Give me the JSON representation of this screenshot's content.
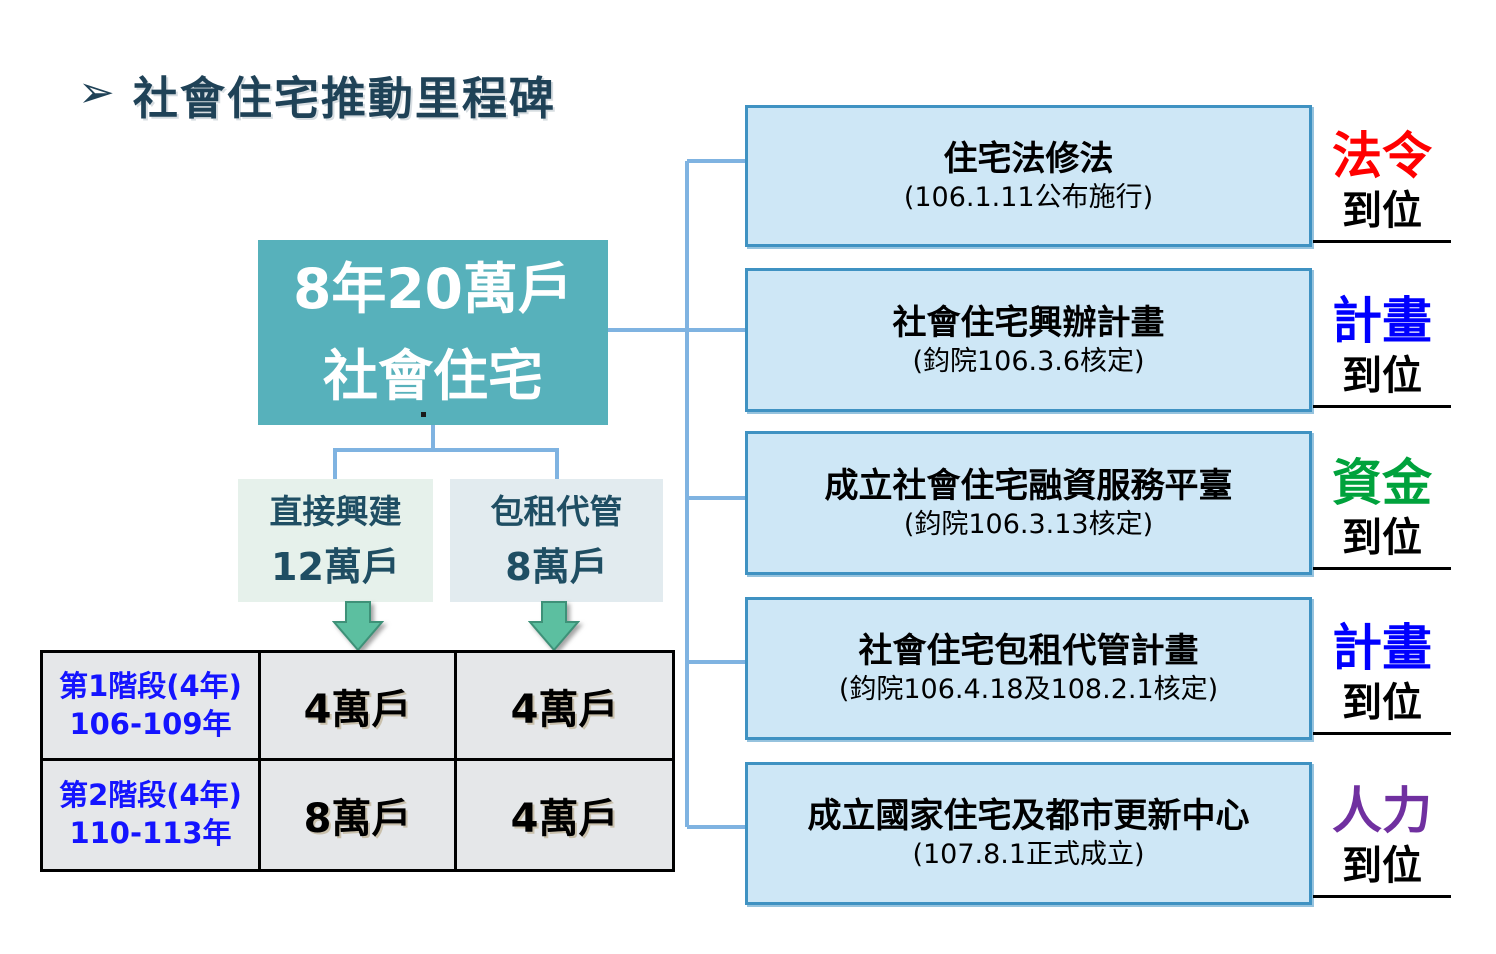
{
  "header": {
    "bullet": "➢",
    "title": "社會住宅推動里程碑"
  },
  "root_box": {
    "line1": "8年20萬戶",
    "line2": "社會住宅"
  },
  "branches": [
    {
      "name": "直接興建",
      "amount": "12萬戶"
    },
    {
      "name": "包租代管",
      "amount": "8萬戶"
    }
  ],
  "phase_table": {
    "rows": [
      {
        "phase": "第1階段(4年)",
        "years": "106-109年",
        "direct_build": "4萬戶",
        "sublet_manage": "4萬戶"
      },
      {
        "phase": "第2階段(4年)",
        "years": "110-113年",
        "direct_build": "8萬戶",
        "sublet_manage": "4萬戶"
      }
    ]
  },
  "milestones": [
    {
      "title": "住宅法修法",
      "note": "(106.1.11公布施行)",
      "tag": "法令",
      "tag_color": "#FF0000",
      "status": "到位"
    },
    {
      "title": "社會住宅興辦計畫",
      "note": "(鈞院106.3.6核定)",
      "tag": "計畫",
      "tag_color": "#0000FE",
      "status": "到位"
    },
    {
      "title": "成立社會住宅融資服務平臺",
      "note": "(鈞院106.3.13核定)",
      "tag": "資金",
      "tag_color": "#00A23C",
      "status": "到位"
    },
    {
      "title": "社會住宅包租代管計畫",
      "note": "(鈞院106.4.18及108.2.1核定)",
      "tag": "計畫",
      "tag_color": "#0000FE",
      "status": "到位"
    },
    {
      "title": "成立國家住宅及都市更新中心",
      "note": "(107.8.1正式成立)",
      "tag": "人力",
      "tag_color": "#7030A0",
      "status": "到位"
    }
  ],
  "colors": {
    "title_navy": "#1F4257",
    "root_box_teal": "#57B1BB",
    "connector_blue": "#7FB3E1",
    "milestone_fill": "#CEE7F6",
    "milestone_border": "#3F92C2",
    "branch_a_fill": "#E6F1EB",
    "branch_b_fill": "#E2EBEF",
    "table_fill": "#E5E7E9",
    "table_phase_text": "#1414FF",
    "arrow_green": "#5CBFA0"
  }
}
